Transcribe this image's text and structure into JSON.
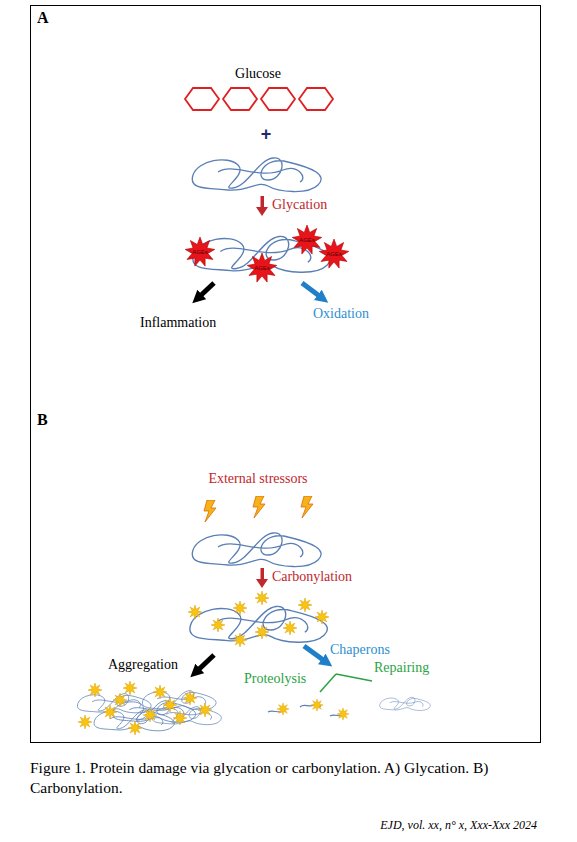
{
  "diagram": {
    "caption": "Figure 1. Protein damage via glycation or carbonylation. A) Glycation. B) Carbonylation.",
    "nodes": [
      {
        "text": [
          "AGEs"
        ]
      },
      {
        "text": [
          "AGEs"
        ]
      },
      {
        "text": [
          "AGEs"
        ]
      },
      {
        "text": [
          "AGEs"
        ]
      }
    ],
    "labels": [
      "A",
      "Glucose",
      "+",
      "Glycation",
      "Inflammation",
      "Oxidation",
      "B",
      "External stressors",
      "Carbonylation",
      "Aggregation",
      "Chaperons",
      "Proteolysis",
      "Repairing",
      "EJD, vol. xx, n° x, Xxx-Xxx 2024"
    ]
  }
}
